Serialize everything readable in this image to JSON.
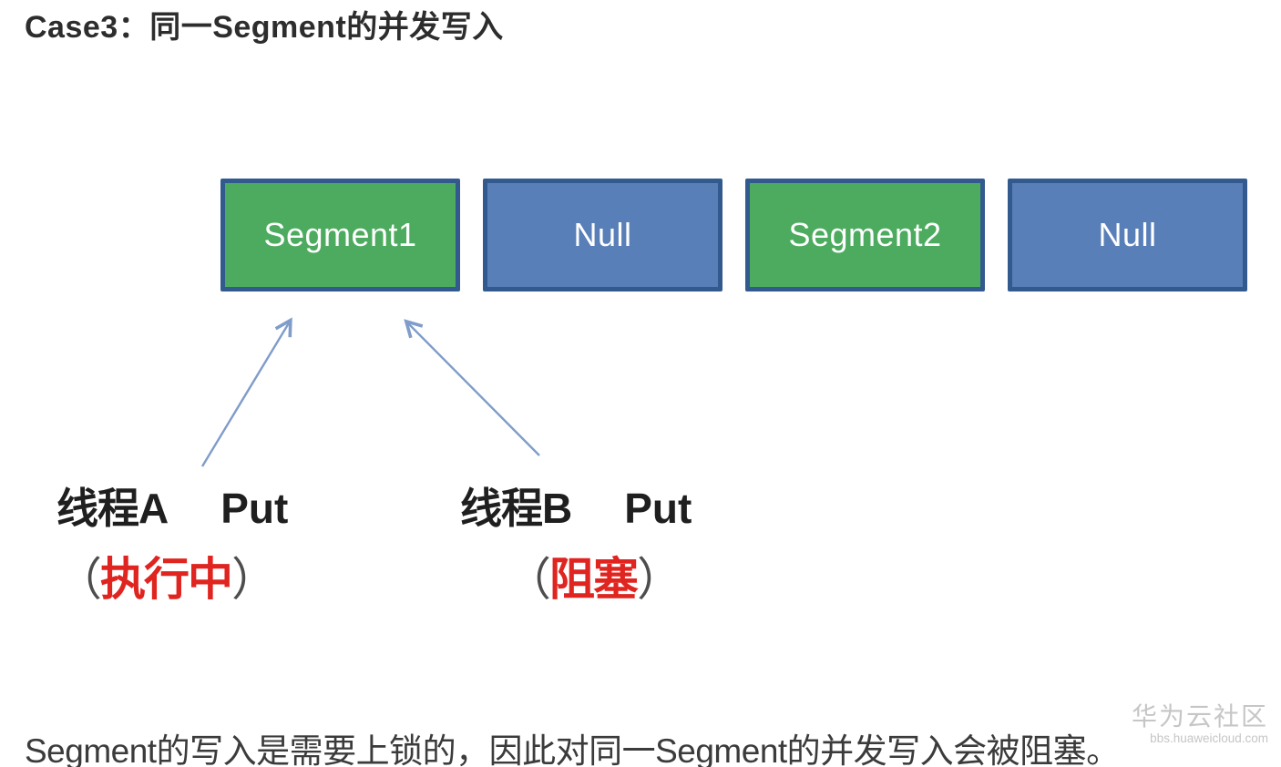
{
  "title": "Case3：同一Segment的并发写入",
  "diagram": {
    "boxes": [
      {
        "label": "Segment1",
        "type": "segment"
      },
      {
        "label": "Null",
        "type": "null"
      },
      {
        "label": "Segment2",
        "type": "segment"
      },
      {
        "label": "Null",
        "type": "null"
      }
    ],
    "threads": [
      {
        "name": "线程A",
        "action": "Put",
        "open": "（",
        "status": "执行中",
        "close": "）"
      },
      {
        "name": "线程B",
        "action": "Put",
        "open": "（",
        "status": "阻塞",
        "close": "）"
      }
    ]
  },
  "footer": {
    "text": "Segment的写入是需要上锁的，因此对同一Segment的并发写入会被阻塞。"
  },
  "watermark": {
    "title": "华为云社区",
    "url": "bbs.huaweicloud.com"
  },
  "colors": {
    "segment_fill": "#4dab5f",
    "null_fill": "#597fb8",
    "box_border": "#335a8e",
    "arrow": "#7f9cca",
    "status_red": "#e02420",
    "paren_gray": "#4d4d4d",
    "text_dark": "#2d2d2d",
    "footer_text": "#3b3b3b",
    "watermark_gray": "#c6c6c6"
  }
}
